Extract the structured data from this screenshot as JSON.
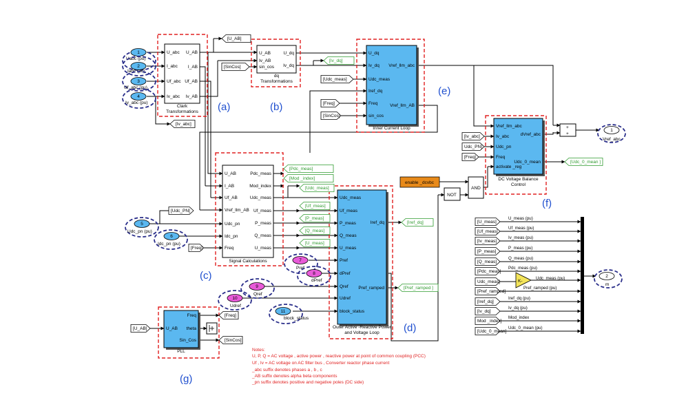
{
  "diagram": {
    "blocks": {
      "clark": {
        "title": "Clark\nTransformations",
        "in": [
          "U_abc",
          "I_abc",
          "Uf_abc",
          "Iv_abc"
        ],
        "out": [
          "U_AB",
          "I_AB",
          "Uf_AB",
          "Iv_AB"
        ]
      },
      "dq": {
        "title": "dq\nTransformations",
        "in": [
          "U_AB",
          "Iv_AB",
          "sin_cos"
        ],
        "out": [
          "U_dq",
          "Iv_dq"
        ]
      },
      "icl": {
        "title": "Inner Current Loop",
        "in": [
          "U_dq",
          "Iv_dq",
          "Udc_meas",
          "Iref_dq",
          "Freq",
          "sin_cos"
        ],
        "out": [
          "Vref_llm_abc",
          "Vref_llm_AB"
        ]
      },
      "sig": {
        "title": "Signal Calculations",
        "in": [
          "U_AB",
          "I_AB",
          "Uf_AB",
          "Vref_llm_AB",
          "Udc_pn",
          "Idc_pn",
          "Freq"
        ],
        "out": [
          "Pdc_meas",
          "Mod_index",
          "Udc_meas",
          "Uf_meas",
          "P_meas",
          "Q_meas",
          "U_meas"
        ]
      },
      "outer": {
        "title": "Outer Active -Reactive Power\nand Voltage Loop",
        "in": [
          "Udc_meas",
          "Uf_meas",
          "P_meas",
          "Q_meas",
          "U_meas",
          "Pref",
          "dPref",
          "Qref",
          "Udref",
          "block_status"
        ],
        "out": [
          "Iref_dq",
          "Pref_ramped"
        ]
      },
      "dcv": {
        "title": "DC Voltage Balance\nControl",
        "in": [
          "Vref_llm_abc",
          "Iv_abc",
          "Udc_pn",
          "Freq",
          "activate _reg"
        ],
        "out": [
          "dVref_abc",
          "Udc_0_mean"
        ]
      },
      "pll": {
        "title": "PLL",
        "in": [
          "U_AB"
        ],
        "out": [
          "Freq",
          "theta",
          "Sin_Cos"
        ]
      }
    },
    "inports": [
      {
        "num": "1",
        "label": "Uabc  (pu)"
      },
      {
        "num": "2",
        "label": "Iabc  (pu)"
      },
      {
        "num": "3",
        "label": "Uf_abc  (pu)"
      },
      {
        "num": "4",
        "label": "Iv_abc  (pu)"
      },
      {
        "num": "5",
        "label": "Udc_pn  (pu)"
      },
      {
        "num": "6",
        "label": "Idc_pn  (pu)"
      },
      {
        "num": "7",
        "label": "Pref"
      },
      {
        "num": "8",
        "label": "dPref"
      },
      {
        "num": "9",
        "label": "Qref"
      },
      {
        "num": "10",
        "label": "Udref"
      },
      {
        "num": "11",
        "label": "block_status"
      }
    ],
    "outports": [
      {
        "num": "1",
        "label": "Vref_abc"
      },
      {
        "num": "2",
        "label": "m"
      }
    ],
    "goto_tags": {
      "u_ab": "[U_AB]",
      "iv_abc": "[Iv_abc]",
      "iv_dq": "[Iv_dq]",
      "pdc_meas": "[Pdc_meas]",
      "mod_index": "[Mod _index]",
      "udc_meas": "[Udc_meas]",
      "uf_meas": "[Uf_meas]",
      "p_meas": "[P_meas]",
      "q_meas": "[Q_meas]",
      "u_meas": "[U_meas]",
      "iref_dq": "[Iref_dq]",
      "pref_ramped": "[Pref_ramped ]",
      "udc_0_mean": "[Udc_0_mean ]",
      "freq": "[Freq]",
      "sincos": "[SinCos]"
    },
    "from_tags": {
      "sincos_dq": "[SinCos]",
      "udc_meas_icl": "[Udc_meas]",
      "freq_icl": "[Freq]",
      "sincos_icl": "[SinCos]",
      "udc_pn_sig": "[Udc_PN]",
      "freq_sig": "[Freq]",
      "u_ab_pll": "[U_AB]",
      "iv_abc_dcv": "[Iv_abc]",
      "udc_pn_dcv": "Udc_PN]",
      "freq_dcv": "[Freq]"
    },
    "logic": {
      "enable": "enable _dcvbc",
      "not": "NOT",
      "and": "AND",
      "sum": "+\n+",
      "terminator": "⊣"
    },
    "section_labels": [
      "(a)",
      "(b)",
      "(c)",
      "(d)",
      "(e)",
      "(f)",
      "(g)"
    ],
    "bus_signals": [
      {
        "from": "[U_meas]",
        "sig": "U_meas (pu)"
      },
      {
        "from": "[Uf_meas]",
        "sig": "Uf_meas (pu)"
      },
      {
        "from": "[Iv_meas]",
        "sig": "Iv_meas (pu)"
      },
      {
        "from": "[P_meas]",
        "sig": "P_meas (pu)"
      },
      {
        "from": "[Q_meas]",
        "sig": "Q_meas (pu)"
      },
      {
        "from": "[Pdc_meas]",
        "sig": "Pdc_meas (pu)"
      },
      {
        "from": "Udc_meas]",
        "sig": "Udc_meas (pu)"
      },
      {
        "from": "[Pref_ramped]",
        "sig": "Pref_ramped (pu)"
      },
      {
        "from": "[Iref_dq]",
        "sig": "Iref_dq (pu)"
      },
      {
        "from": "[Iv_dq]",
        "sig": "Iv_dq (pu)"
      },
      {
        "from": "Mod _index]",
        "sig": "Mod_index"
      },
      {
        "from": "[Udc_0_mean]",
        "sig": "Udc_0_mean (pu)"
      }
    ],
    "gain": "K-",
    "notes": [
      "Notes:",
      "U, P, Q = AC voltage  , active power  , reactive power at point of common coupling        (PCC)",
      "Uf , Iv = AC voltage on AC filter bus    , Converter reactor phase current",
      "_abc suffix denotes phases a  , b , c",
      "_AB  suffix denotes alpha beta components",
      "_pn  suffix denotes positive and negative poles       (DC side)"
    ]
  }
}
